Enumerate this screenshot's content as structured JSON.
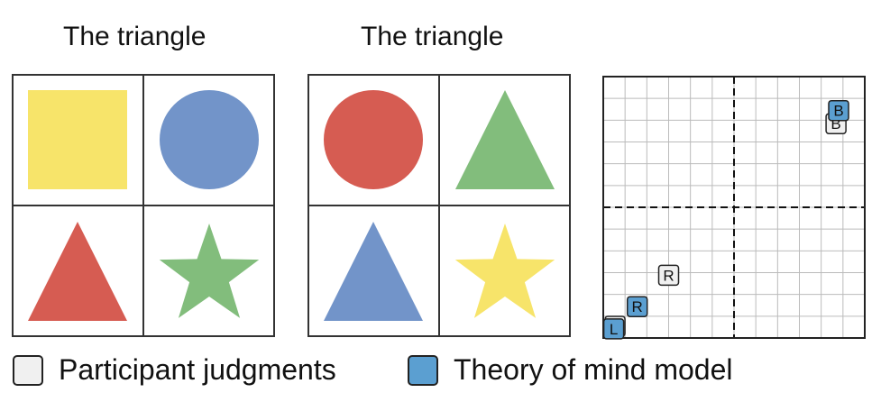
{
  "panels": [
    {
      "title": "The triangle",
      "cells": [
        {
          "shape": "square",
          "color": "#f7e46a"
        },
        {
          "shape": "circle",
          "color": "#7294c9"
        },
        {
          "shape": "triangle",
          "color": "#d65c52"
        },
        {
          "shape": "star",
          "color": "#82bd7c"
        }
      ]
    },
    {
      "title": "The triangle",
      "cells": [
        {
          "shape": "circle",
          "color": "#d65c52"
        },
        {
          "shape": "triangle",
          "color": "#82bd7c"
        },
        {
          "shape": "triangle",
          "color": "#7294c9"
        },
        {
          "shape": "star",
          "color": "#f7e46a"
        }
      ]
    }
  ],
  "plot": {
    "grid": true,
    "markers": [
      {
        "label": "B",
        "source": "participant",
        "x": 0.89,
        "y": 0.82
      },
      {
        "label": "B",
        "source": "model",
        "x": 0.9,
        "y": 0.87
      },
      {
        "label": "R",
        "source": "participant",
        "x": 0.25,
        "y": 0.24
      },
      {
        "label": "R",
        "source": "model",
        "x": 0.13,
        "y": 0.12
      },
      {
        "label": "L",
        "source": "participant",
        "x": 0.045,
        "y": 0.045
      },
      {
        "label": "L",
        "source": "model",
        "x": 0.04,
        "y": 0.035
      }
    ]
  },
  "legend": [
    {
      "key": "participant",
      "label": "Participant judgments",
      "color": "#f0f0f0"
    },
    {
      "key": "model",
      "label": "Theory of mind model",
      "color": "#5b9fd1"
    }
  ]
}
